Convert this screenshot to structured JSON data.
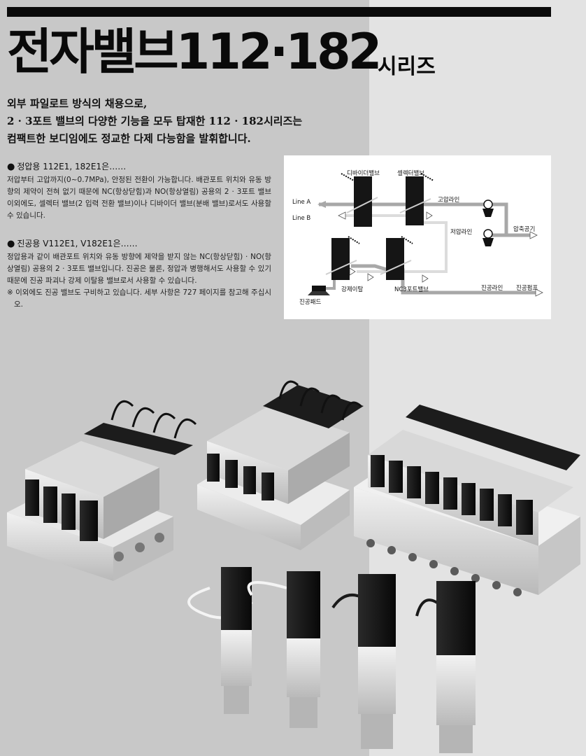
{
  "header": {
    "title": "전자밸브112·182",
    "title_suffix": "시리즈"
  },
  "intro": {
    "lines": [
      "외부 파일로트 방식의 채용으로,",
      "2 · 3포트 밸브의 다양한 기능을 모두 탑재한 112 · 182시리즈는",
      "컴팩트한 보디임에도 정교한 다제 다능함을 발휘합니다."
    ]
  },
  "sections": [
    {
      "heading": "정압용 112E1, 182E1은……",
      "body": "저압부터 고압까지(0~0.7MPa), 안정된 전환이 가능합니다. 배관포트 위치와 유동 방향의 제약이 전혀 없기 때문에 NC(항상닫힘)과 NO(항상열림) 공용의 2 · 3포트 밸브 이외에도, 셀렉터 밸브(2 입력 전환 밸브)이나 디바이더 밸브(분배 밸브)로서도 사용할 수 있습니다."
    },
    {
      "heading": "진공용 V112E1, V182E1은……",
      "body": "정압용과 같이 배관포트 위치와 유동 방향에 제약을 받지 않는 NC(항상닫힘) · NO(항상열림) 공용의 2 · 3포트 밸브입니다. 진공은 물론, 정압과 병행해서도 사용할 수 있기 때문에 진공 파괴나 강제 이탈용 밸브로서 사용할 수 있습니다.",
      "note": "※ 이외에도 진공 밸브도 구비하고 있습니다. 세부 사항은 727 페이지를 참고해 주십시오."
    }
  ],
  "diagram": {
    "divider_valve": "디바이더밸브",
    "selector_valve": "셀렉터밸브",
    "line_a": "Line A",
    "line_b": "Line B",
    "high_pressure_line": "고압라인",
    "low_pressure_line": "저압라인",
    "compressed_air": "압축공기",
    "forced_release": "강제이탈",
    "nc3_port_valve": "NC3포트밸브",
    "vacuum_line": "진공라인",
    "vacuum_pump": "진공펌프",
    "vacuum_pad": "진공패드"
  },
  "colors": {
    "background_left": "#c8c8c8",
    "background_right": "#e3e3e3",
    "title": "#0a0a0a",
    "pipe_gray": "#a8a8a8",
    "pipe_light": "#dcdcdc"
  }
}
